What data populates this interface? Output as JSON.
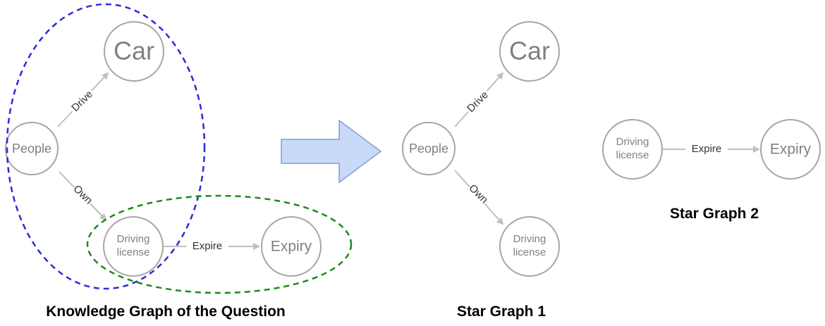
{
  "nodes": {
    "car": "Car",
    "people": "People",
    "driving_license_line1": "Driving",
    "driving_license_line2": "license",
    "expiry": "Expiry"
  },
  "edges": {
    "drive": "Drive",
    "own": "Own",
    "expire": "Expire"
  },
  "captions": {
    "knowledge_graph": "Knowledge Graph of the Question",
    "star_graph_1": "Star Graph 1",
    "star_graph_2": "Star Graph 2"
  },
  "colors": {
    "blue_group": "#2b2bd9",
    "green_group": "#1a8a1a",
    "arrow_fill": "#c9daf8",
    "arrow_stroke": "#7f9fcf"
  }
}
